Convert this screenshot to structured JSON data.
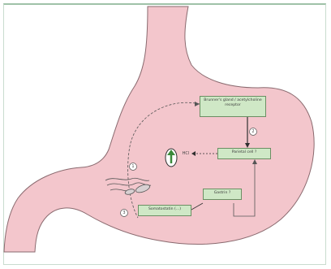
{
  "labels": {
    "top_box": "Brunner's gland / acetylcholine receptor",
    "middle_box": "Parietal cell ?",
    "gastrin_box": "Gastrin ?",
    "bottom_box": "Somatostatin (...)",
    "hcl_text": "HCl"
  },
  "markers": {
    "upper": "1",
    "right": "2",
    "lower": "3"
  },
  "colors": {
    "stomach": "#f3c6cc",
    "stomach_outline": "#8a6a6f",
    "box_fill": "#cfe8c6",
    "box_border": "#6b8f63",
    "arrow": "#2f2f2f",
    "frame": "#9fc2a8"
  }
}
